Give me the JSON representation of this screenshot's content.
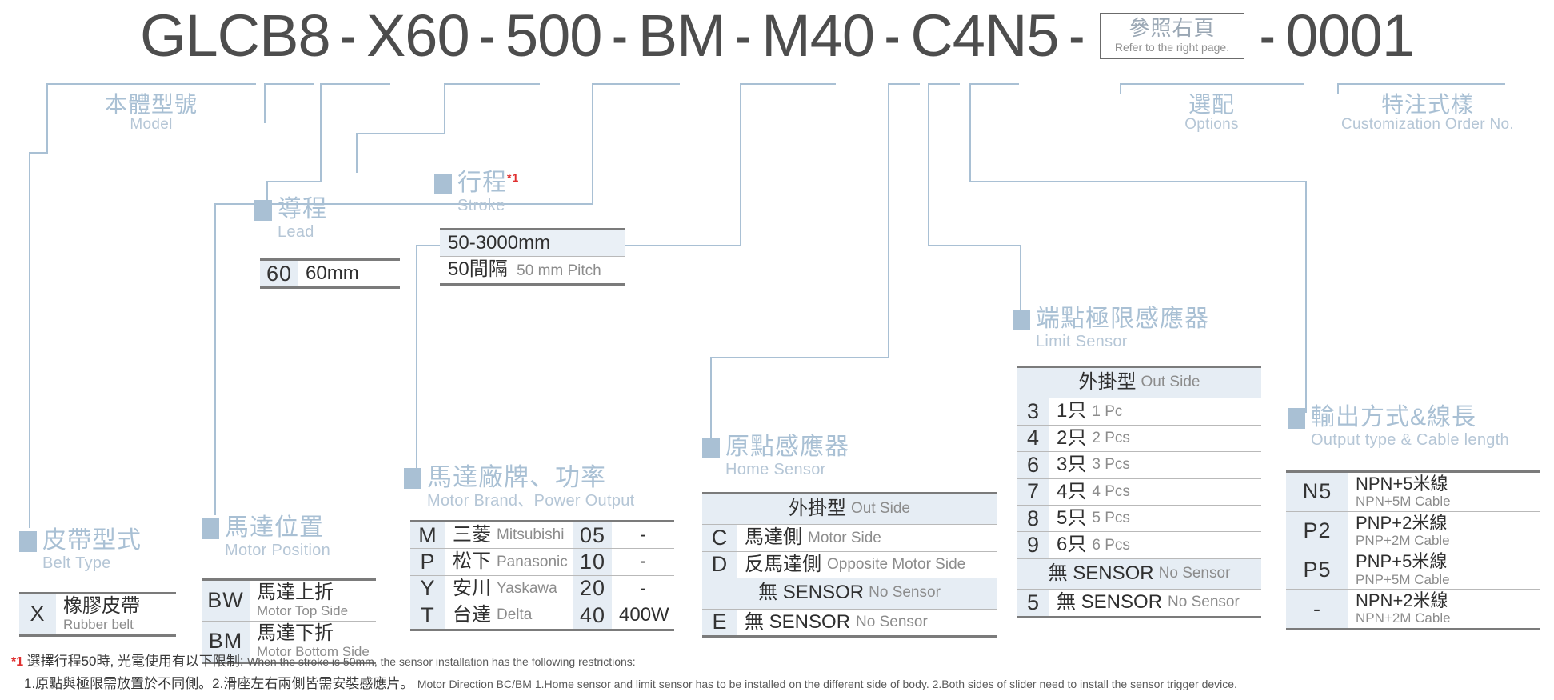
{
  "code": {
    "segments": [
      "GLCB8",
      "X60",
      "500",
      "BM",
      "M40",
      "C4N5"
    ],
    "boxed": {
      "cn": "參照右頁",
      "en": "Refer to the right page."
    },
    "last": "0001",
    "dash": "-"
  },
  "headings": {
    "model": {
      "cn": "本體型號",
      "en": "Model"
    },
    "options": {
      "cn": "選配",
      "en": "Options"
    },
    "custom": {
      "cn": "特注式樣",
      "en": "Customization Order No."
    }
  },
  "sections": {
    "lead": {
      "cn": "導程",
      "en": "Lead"
    },
    "stroke": {
      "cn": "行程",
      "en": "Stroke",
      "mark": "*1"
    },
    "belt": {
      "cn": "皮帶型式",
      "en": "Belt Type"
    },
    "motor_position": {
      "cn": "馬達位置",
      "en": "Motor Position"
    },
    "motor_brand": {
      "cn": "馬達廠牌、功率",
      "en": "Motor Brand、Power Output"
    },
    "home_sensor": {
      "cn": "原點感應器",
      "en": "Home Sensor"
    },
    "limit_sensor": {
      "cn": "端點極限感應器",
      "en": "Limit Sensor"
    },
    "output": {
      "cn": "輸出方式&線長",
      "en": "Output type & Cable length"
    }
  },
  "tables": {
    "lead": {
      "rows": [
        {
          "code": "60",
          "cn": "60mm",
          "en": ""
        }
      ]
    },
    "stroke": {
      "range": "50-3000mm",
      "pitch_cn": "50間隔",
      "pitch_en": "50 mm Pitch"
    },
    "belt": {
      "rows": [
        {
          "code": "X",
          "cn": "橡膠皮帶",
          "en": "Rubber belt"
        }
      ]
    },
    "motor_position": {
      "rows": [
        {
          "code": "BW",
          "cn": "馬達上折",
          "en": "Motor Top Side"
        },
        {
          "code": "BM",
          "cn": "馬達下折",
          "en": "Motor Bottom Side"
        }
      ]
    },
    "motor_brand": {
      "rows": [
        {
          "code": "M",
          "cn": "三菱",
          "en": "Mitsubishi",
          "power_code": "05",
          "power": "-"
        },
        {
          "code": "P",
          "cn": "松下",
          "en": "Panasonic",
          "power_code": "10",
          "power": "-"
        },
        {
          "code": "Y",
          "cn": "安川",
          "en": "Yaskawa",
          "power_code": "20",
          "power": "-"
        },
        {
          "code": "T",
          "cn": "台達",
          "en": "Delta",
          "power_code": "40",
          "power": "400W"
        }
      ]
    },
    "home_sensor": {
      "header": {
        "cn": "外掛型",
        "en": "Out Side"
      },
      "rows": [
        {
          "code": "C",
          "cn": "馬達側",
          "en": "Motor Side"
        },
        {
          "code": "D",
          "cn": "反馬達側",
          "en": "Opposite Motor Side"
        }
      ],
      "band": {
        "cn": "無 SENSOR",
        "en": "No Sensor"
      },
      "last": {
        "code": "E",
        "cn": "無 SENSOR",
        "en": "No Sensor"
      }
    },
    "limit_sensor": {
      "header": {
        "cn": "外掛型",
        "en": "Out Side"
      },
      "rows": [
        {
          "code": "3",
          "cn": "1只",
          "en": "1 Pc"
        },
        {
          "code": "4",
          "cn": "2只",
          "en": "2 Pcs"
        },
        {
          "code": "6",
          "cn": "3只",
          "en": "3 Pcs"
        },
        {
          "code": "7",
          "cn": "4只",
          "en": "4 Pcs"
        },
        {
          "code": "8",
          "cn": "5只",
          "en": "5 Pcs"
        },
        {
          "code": "9",
          "cn": "6只",
          "en": "6 Pcs"
        }
      ],
      "band": {
        "cn": "無 SENSOR",
        "en": "No Sensor"
      },
      "last": {
        "code": "5",
        "cn": "無 SENSOR",
        "en": "No Sensor"
      }
    },
    "output": {
      "rows": [
        {
          "code": "N5",
          "cn": "NPN+5米線",
          "en": "NPN+5M Cable"
        },
        {
          "code": "P2",
          "cn": "PNP+2米線",
          "en": "PNP+2M Cable"
        },
        {
          "code": "P5",
          "cn": "PNP+5米線",
          "en": "PNP+5M Cable"
        },
        {
          "code": "-",
          "cn": "NPN+2米線",
          "en": "NPN+2M Cable"
        }
      ]
    }
  },
  "footnotes": {
    "line1_star": "*1",
    "line1_cn": "選擇行程50時, 光電使用有以下限制:",
    "line1_en": "When the stroke is 50mm, the sensor installation has  the following restrictions:",
    "line2_cn": "1.原點與極限需放置於不同側。2.滑座左右兩側皆需安裝感應片。",
    "line2_en": "Motor Direction BC/BM 1.Home sensor and limit sensor has to be installed on the different side of body.   2.Both sides of slider need to install the sensor trigger device."
  },
  "colors": {
    "accent": "#a9c0d4",
    "code_text": "#4d4d4d",
    "cell_bg": "#e6edf4",
    "rule": "#7b7b7b",
    "red": "#e03030"
  }
}
